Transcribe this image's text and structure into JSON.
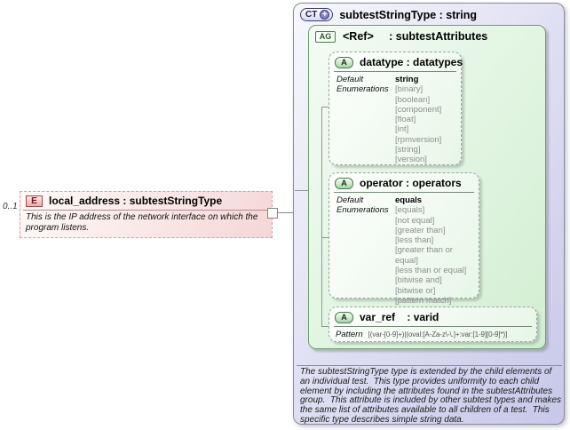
{
  "element": {
    "cardinality": "0..1",
    "badge": "E",
    "title": "local_address : subtestStringType",
    "description": "This is the IP address of the network interface on which the program listens."
  },
  "complex_type": {
    "badge": "CT",
    "badge_plus": "+",
    "title": "subtestStringType : string",
    "documentation": "The subtestStringType type is extended by the child elements of an individual test.  This type provides uniformity to each child element by including the attributes found in the subtestAttributes group.  This attribute is included by other subtest types and makes the same list of attributes available to all children of a test.  This specific type describes simple string data.",
    "attribute_group": {
      "badge": "AG",
      "title": "<Ref>     : subtestAttributes",
      "attributes": [
        {
          "badge": "A",
          "title": "datatype : datatypes",
          "default_label": "Default",
          "default_value": "string",
          "enumerations_label": "Enumerations",
          "enumerations": [
            "[binary]",
            "[boolean]",
            "[component]",
            "[float]",
            "[int]",
            "[rpmversion]",
            "[string]",
            "[version]"
          ]
        },
        {
          "badge": "A",
          "title": "operator : operators",
          "default_label": "Default",
          "default_value": "equals",
          "enumerations_label": "Enumerations",
          "enumerations": [
            "[equals]",
            "[not equal]",
            "[greater than]",
            "[less than]",
            "[greater than or equal]",
            "[less than or equal]",
            "[bitwise and]",
            "[bitwise or]",
            "[pattern match]"
          ]
        },
        {
          "badge": "A",
          "title": "var_ref    : varid",
          "pattern_label": "Pattern",
          "pattern_value": "[(var-[0-9]+)|(oval:[A-Za-z\\-\\.]+:var:[1-9][0-9]*)]"
        }
      ]
    }
  }
}
